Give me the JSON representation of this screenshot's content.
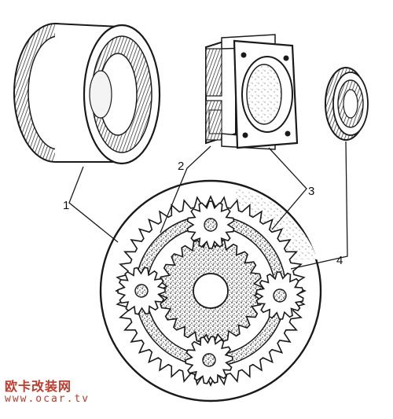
{
  "callouts": [
    {
      "id": "ring-gear",
      "label": "1"
    },
    {
      "id": "planet-gear",
      "label": "2"
    },
    {
      "id": "planet-carrier",
      "label": "3"
    },
    {
      "id": "sun-gear",
      "label": "4"
    }
  ],
  "watermark": {
    "text": "欧卡改装网",
    "url": "www.ocar.tv",
    "color": "#c0392b"
  },
  "colors": {
    "line": "#1a1a1a",
    "stipple": "#555555",
    "background": "#ffffff"
  }
}
